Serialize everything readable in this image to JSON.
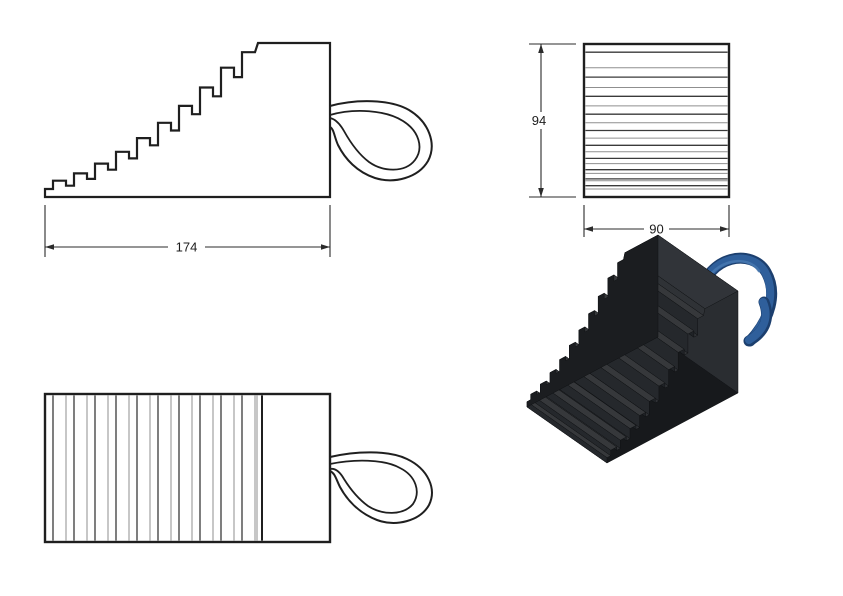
{
  "drawing": {
    "background": "#ffffff",
    "side_view": {
      "length_dimension": "174"
    },
    "rear_view": {
      "height_dimension": "94",
      "width_dimension": "90"
    },
    "top_view": {},
    "iso_view": {}
  },
  "colors": {
    "outline": "#1f1f1f",
    "dim_line": "#2b2b2b",
    "step_line_dark": "#3a3a3a",
    "step_line_light": "#8f8f8f",
    "body_side": "#1b1d20",
    "body_bottom": "#17191c",
    "body_end": "#2a2d31",
    "body_rise": "#25282c",
    "body_fall": "#1f2226",
    "body_tread": "#36383b",
    "body_valley": "#303236",
    "body_top": "#313439",
    "body_slope": "#2f3236",
    "handle_dark": "#1c3f6e",
    "handle_main": "#2f5f9b",
    "handle_light": "#4678b0"
  }
}
